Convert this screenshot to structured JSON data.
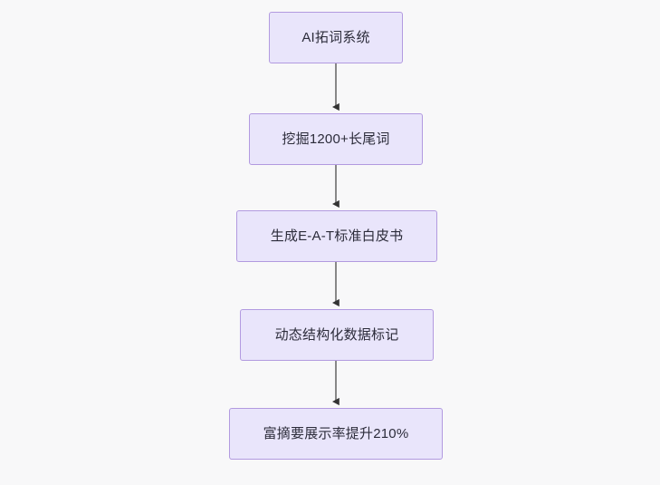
{
  "diagram": {
    "type": "flowchart",
    "orientation": "top-to-bottom",
    "background_color": "#f8f8f9",
    "node_fill_color": "#e9e5fb",
    "node_border_color": "#b29ae0",
    "node_text_color": "#2c2c3a",
    "connector_line_color": "#888888",
    "connector_arrow_color": "#333333",
    "nodes": [
      {
        "id": "node-1",
        "label": "AI拓词系统"
      },
      {
        "id": "node-2",
        "label": "挖掘1200+长尾词"
      },
      {
        "id": "node-3",
        "label": "生成E-A-T标准白皮书"
      },
      {
        "id": "node-4",
        "label": "动态结构化数据标记"
      },
      {
        "id": "node-5",
        "label": "富摘要展示率提升210%"
      }
    ],
    "edges": [
      {
        "id": "edge-1-2",
        "from": "node-1",
        "to": "node-2"
      },
      {
        "id": "edge-2-3",
        "from": "node-2",
        "to": "node-3"
      },
      {
        "id": "edge-3-4",
        "from": "node-3",
        "to": "node-4"
      },
      {
        "id": "edge-4-5",
        "from": "node-4",
        "to": "node-5"
      }
    ]
  }
}
